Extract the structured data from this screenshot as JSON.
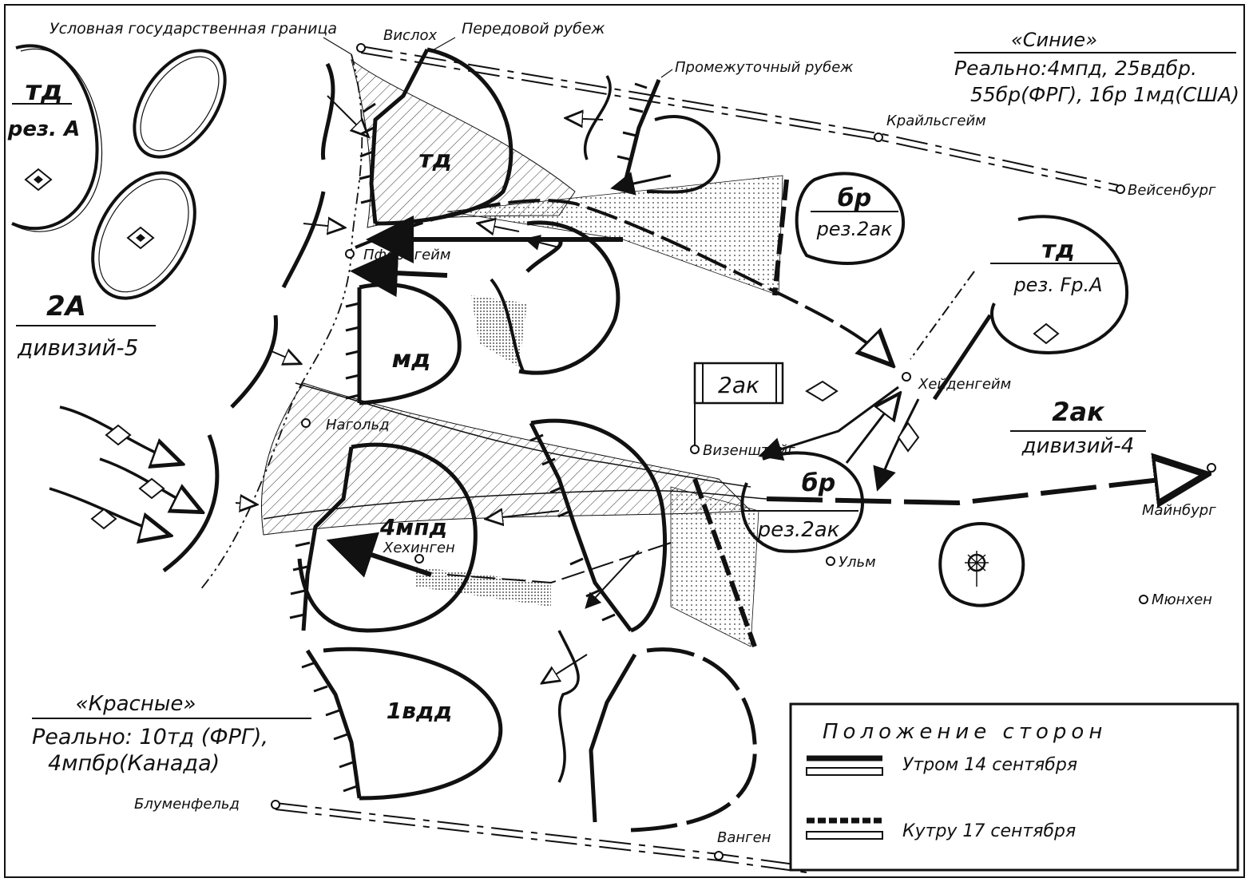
{
  "map": {
    "labels": {
      "border": "Условная государственная граница",
      "forward_line": "Передовой рубеж",
      "intermediate_line": "Промежуточный рубеж",
      "td_left_num": "тд",
      "td_left_den": "рез. А",
      "td_center": "тд",
      "md": "мд",
      "army_2a_num": "2А",
      "army_2a_den": "дивизий-5",
      "br_top_num": "бр",
      "br_top_den": "рез.2ак",
      "td_right_num": "тд",
      "td_right_den": "рез. Fр.А",
      "corps_flag": "2ак",
      "corps_2ak_num": "2ак",
      "corps_2ak_den": "дивизий-4",
      "br_bottom_num": "бр",
      "br_bottom_den": "рез.2ак",
      "mpd4": "4мпд",
      "vdd1": "1вдд"
    },
    "towns": [
      {
        "name": "Вислох"
      },
      {
        "name": "Крайльсгейм"
      },
      {
        "name": "Вейсенбург"
      },
      {
        "name": "Пфорцгейм"
      },
      {
        "name": "Хейденгейм"
      },
      {
        "name": "Нагольд"
      },
      {
        "name": "Визенштейг"
      },
      {
        "name": "Майнбург"
      },
      {
        "name": "Хехинген"
      },
      {
        "name": "Ульм"
      },
      {
        "name": "Мюнхен"
      },
      {
        "name": "Блуменфельд"
      },
      {
        "name": "Ванген"
      }
    ],
    "blue_side": {
      "title": "«Синие»",
      "line1": "Реально:4мпд, 25вдбр.",
      "line2": "55бр(ФРГ), 1бр 1мд(США)"
    },
    "red_side": {
      "title": "«Красные»",
      "line1": "Реально: 10тд (ФРГ),",
      "line2": "4мпбр(Канада)"
    },
    "legend": {
      "title": "Положение сторон",
      "item1": "Утром  14  сентября",
      "item2": "Кутру  17  сентября"
    }
  }
}
